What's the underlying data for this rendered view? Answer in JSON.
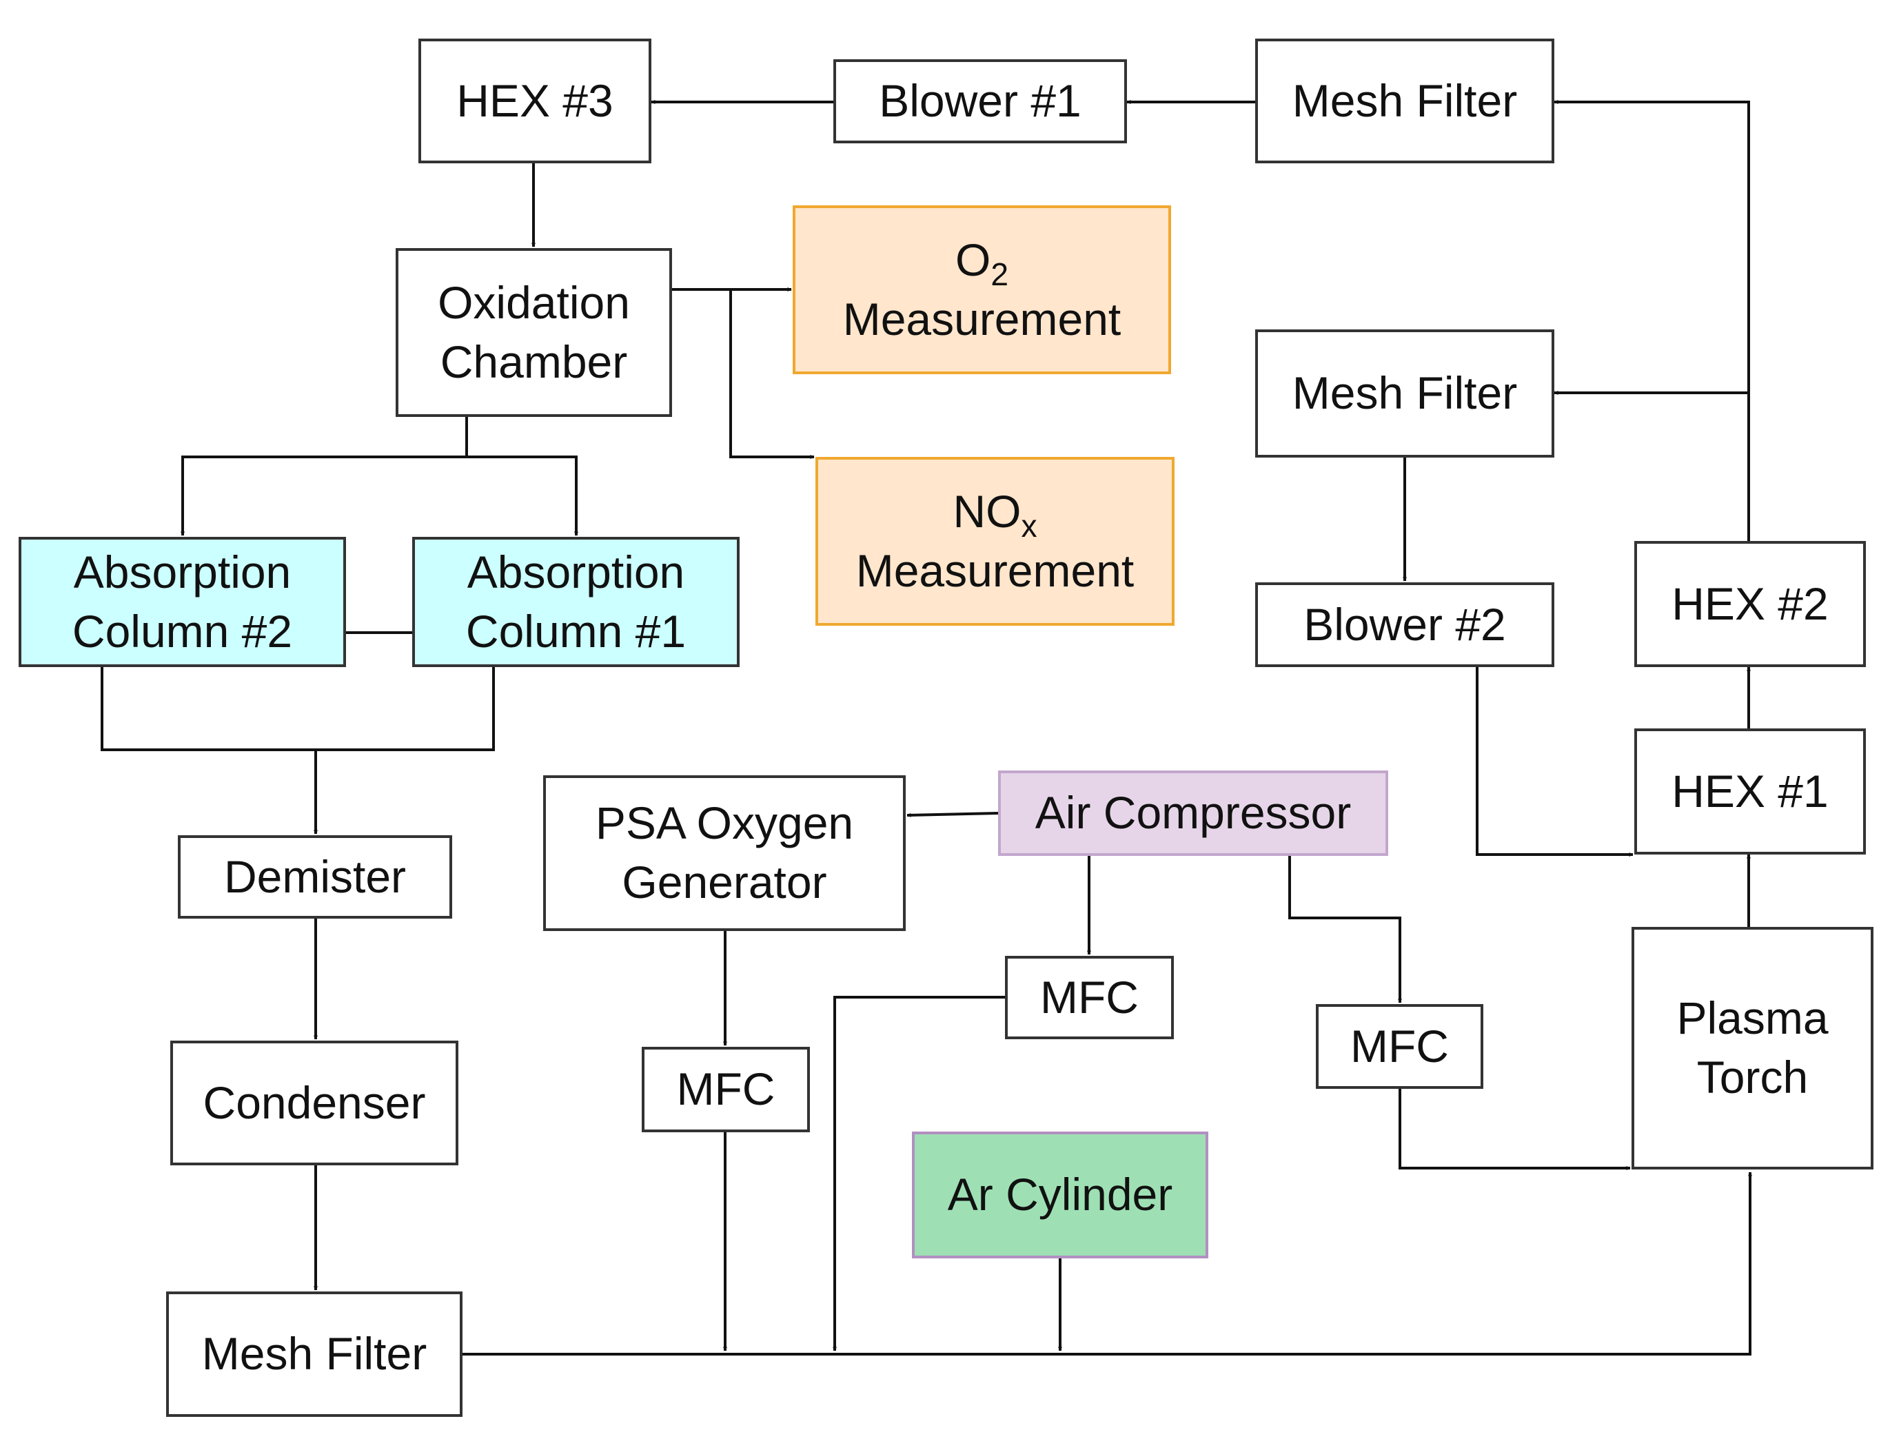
{
  "colors": {
    "line": "#111111",
    "box_border": "#333333",
    "measurement_fill": "#ffe6cc",
    "measurement_border": "#f0a830",
    "absorption_fill": "#ccffff",
    "compressor_fill": "#e6d5e8",
    "compressor_border": "#c3a6cc",
    "ar_cylinder_fill": "#9ee0b4",
    "ar_cylinder_border": "#b28fc2"
  },
  "nodes": {
    "hex3": "HEX #3",
    "blower1": "Blower #1",
    "mesh_filter_top": "Mesh Filter",
    "oxidation_chamber": [
      "Oxidation",
      "Chamber"
    ],
    "o2_measurement": {
      "label": "O",
      "sub": "2",
      "line2": "Measurement"
    },
    "nox_measurement": {
      "label": "NO",
      "sub": "x",
      "line2": "Measurement"
    },
    "mesh_filter_mid": "Mesh Filter",
    "absorption_col2": [
      "Absorption",
      "Column #2"
    ],
    "absorption_col1": [
      "Absorption",
      "Column #1"
    ],
    "blower2": "Blower #2",
    "hex2": "HEX #2",
    "hex1": "HEX #1",
    "demister": "Demister",
    "psa_generator": [
      "PSA Oxygen",
      "Generator"
    ],
    "air_compressor": "Air Compressor",
    "mfc_center": "MFC",
    "mfc_right": "MFC",
    "mfc_left": "MFC",
    "plasma_torch": [
      "Plasma",
      "Torch"
    ],
    "condenser": "Condenser",
    "ar_cylinder": "Ar Cylinder",
    "mesh_filter_bottom": "Mesh Filter"
  }
}
